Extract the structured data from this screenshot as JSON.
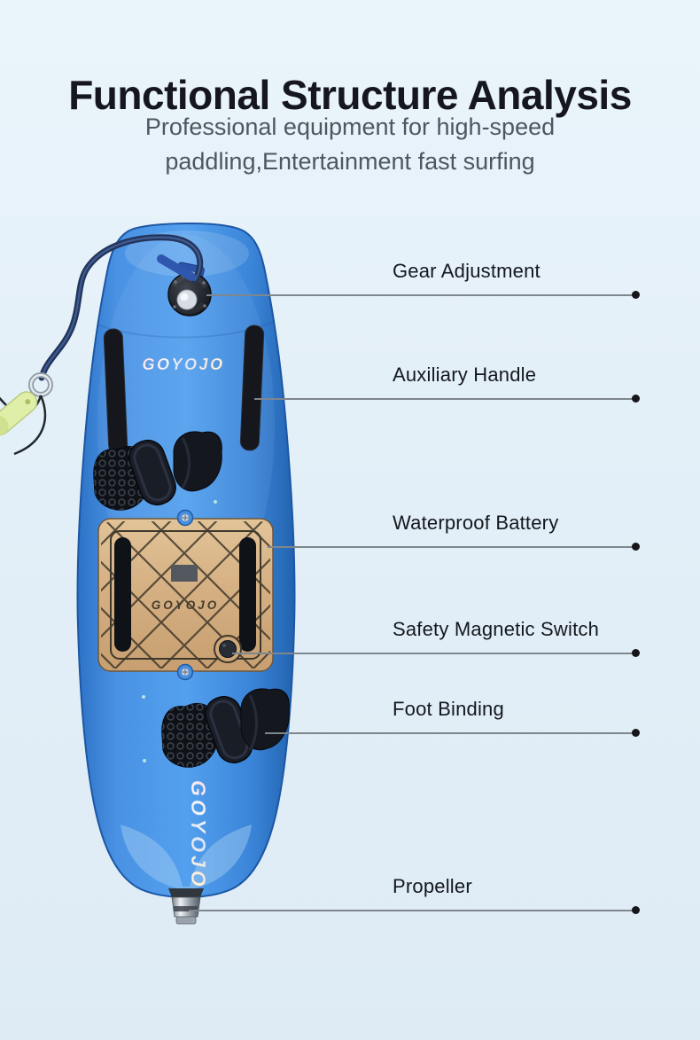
{
  "header": {
    "title": "Functional Structure Analysis",
    "subtitle_line1": "Professional equipment for high-speed",
    "subtitle_line2": "paddling,Entertainment fast surfing"
  },
  "brand": {
    "name": "GOYOJO"
  },
  "features": [
    {
      "label": "Gear Adjustment"
    },
    {
      "label": "Auxiliary Handle"
    },
    {
      "label": "Waterproof Battery"
    },
    {
      "label": "Safety Magnetic Switch"
    },
    {
      "label": "Foot Binding"
    },
    {
      "label": "Propeller"
    }
  ],
  "colors": {
    "background": "#e6f1f9",
    "title_text": "#16161e",
    "subtitle_text": "#4f565e",
    "label_text": "#14181d",
    "callout_line": "#7f868d",
    "callout_dot": "#15151a",
    "board_blue": "#3f87db",
    "deck_wood": "#d7b68c",
    "accessory_black": "#15171d",
    "leash_navy": "#24355c",
    "safety_key_green": "#e0efa8"
  }
}
